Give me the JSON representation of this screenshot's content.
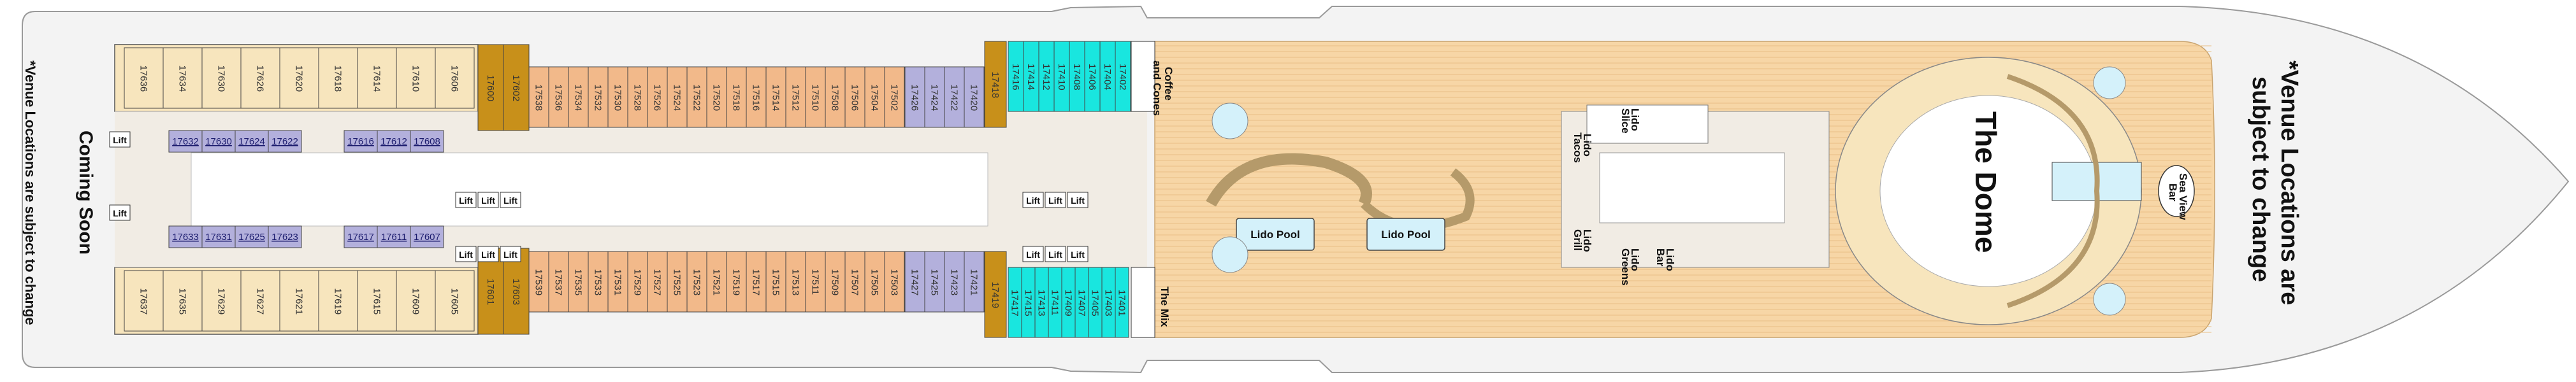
{
  "notices": {
    "left_venue": "*Venue Locations are subject to change",
    "coming_soon": "Coming Soon",
    "right_venue_line1": "*Venue Locations are",
    "right_venue_line2": "subject to change"
  },
  "venues": {
    "lido_pool_1": "Lido Pool",
    "lido_pool_2": "Lido Pool",
    "the_dome": "The Dome",
    "coffee_line1": "Coffee",
    "coffee_line2": "and Cones",
    "the_mix": "The Mix",
    "lido_slice_1": "Lido",
    "lido_slice_2": "Slice",
    "lido_tacos_1": "Lido",
    "lido_tacos_2": "Tacos",
    "lido_grill_1": "Lido",
    "lido_grill_2": "Grill",
    "lido_greens_1": "Lido",
    "lido_greens_2": "Greens",
    "lido_bar_1": "Lido",
    "lido_bar_2": "Bar",
    "sea_view_1": "Sea View",
    "sea_view_2": "Bar"
  },
  "lift_label": "Lift",
  "colors": {
    "hull": "#f3f3f3",
    "hull_outline": "#9a9a9a",
    "deck_wood": "#f7d6a6",
    "interior_cabin": "#f7e5bd",
    "inside_purple": "#b3b0dc",
    "balcony_orange": "#f2b98a",
    "suite_gold": "#c8901a",
    "teal_cabin": "#19e6df",
    "pool_blue": "#d4f1fa"
  },
  "cabins": {
    "aft_top": [
      "17636",
      "17634",
      "17630",
      "17626",
      "17620",
      "17618",
      "17614",
      "17610",
      "17606"
    ],
    "aft_bottom": [
      "17637",
      "17635",
      "17629",
      "17627",
      "17621",
      "17619",
      "17615",
      "17609",
      "17605"
    ],
    "inside_top": [
      "17632",
      "17630",
      "17624",
      "17622",
      "17616",
      "17612",
      "17608"
    ],
    "inside_bottom": [
      "17633",
      "17631",
      "17625",
      "17623",
      "17617",
      "17611",
      "17607"
    ],
    "suite_top": [
      "17600",
      "17602"
    ],
    "suite_bottom": [
      "17601",
      "17603"
    ],
    "orange_top": [
      "17538",
      "17536",
      "17534",
      "17532",
      "17530",
      "17528",
      "17526",
      "17524",
      "17522",
      "17520",
      "17518",
      "17516",
      "17514",
      "17512",
      "17510",
      "17508",
      "17506",
      "17504",
      "17502"
    ],
    "orange_bottom": [
      "17539",
      "17537",
      "17535",
      "17533",
      "17531",
      "17529",
      "17527",
      "17525",
      "17523",
      "17521",
      "17519",
      "17517",
      "17515",
      "17513",
      "17511",
      "17509",
      "17507",
      "17505",
      "17503"
    ],
    "purple_top": [
      "17426",
      "17424",
      "17422",
      "17420"
    ],
    "purple_bottom": [
      "17427",
      "17425",
      "17423",
      "17421"
    ],
    "gold_fwd_top": "17418",
    "gold_fwd_bottom": "17419",
    "teal_top": [
      "17416",
      "17414",
      "17412",
      "17410",
      "17408",
      "17406",
      "17404",
      "17402"
    ],
    "teal_bottom": [
      "17417",
      "17415",
      "17413",
      "17411",
      "17409",
      "17407",
      "17405",
      "17403",
      "17401"
    ]
  }
}
